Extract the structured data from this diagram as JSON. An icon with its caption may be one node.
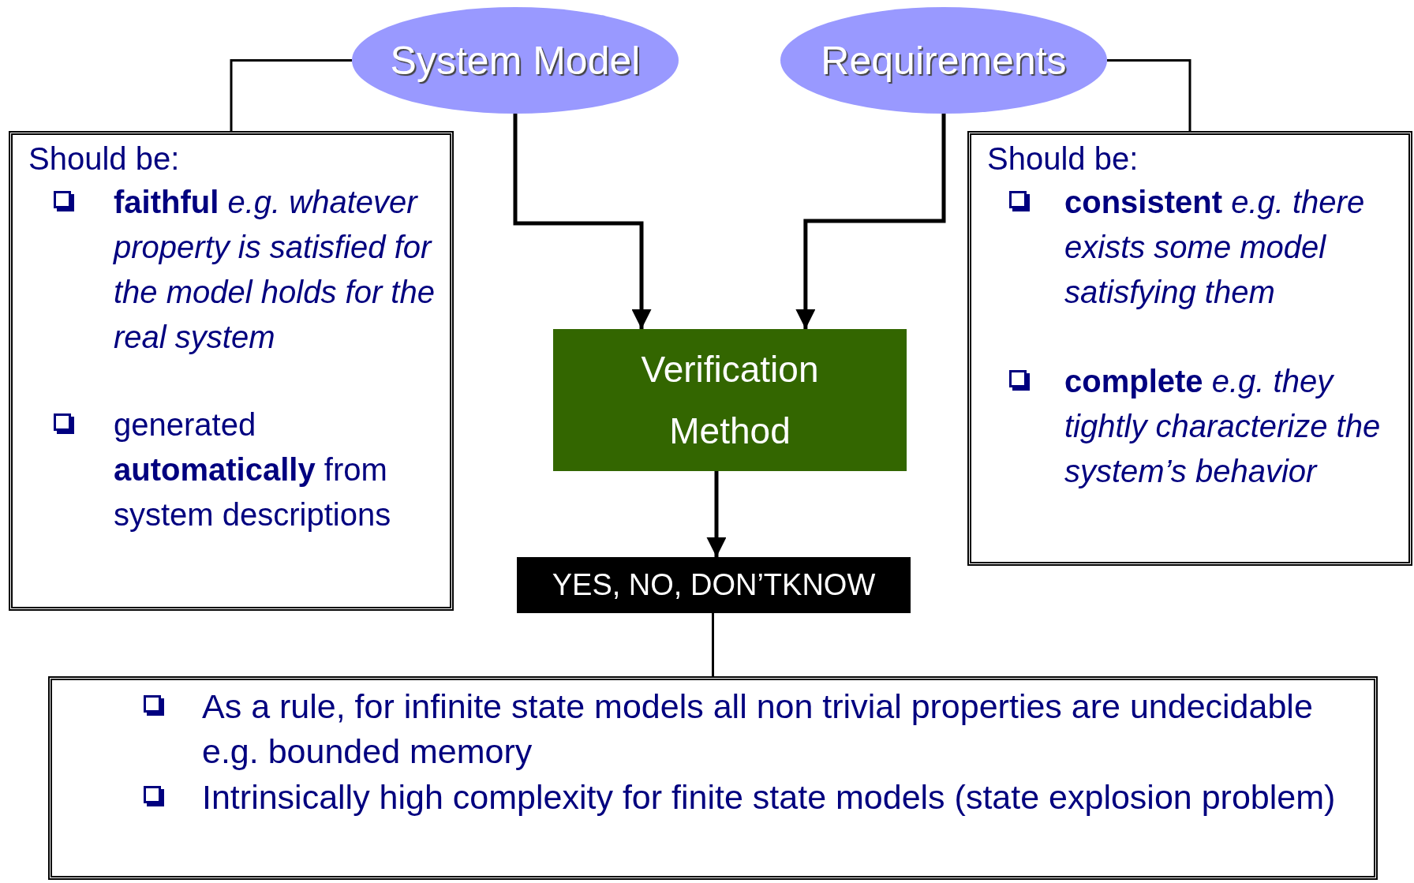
{
  "diagram": {
    "nodes": [
      {
        "text": [
          "System Model"
        ]
      },
      {
        "text": [
          "Requirements"
        ]
      },
      {
        "text": [
          "Should be:",
          "**faithful** *e.g. whatever property is satisfied for the model holds for the real system*",
          "generated **automatically** from system descriptions"
        ]
      },
      {
        "text": [
          "Verification Method"
        ]
      },
      {
        "text": [
          "YES, NO, DON’TKNOW"
        ]
      },
      {
        "text": [
          "Should be:",
          "**consistent** *e.g. there exists some model satisfying them*",
          "**complete** *e.g. they tightly characterize the system’s behavior*"
        ]
      },
      {
        "text": [
          "As a rule, for infinite state models all non trivial properties are undecidable e.g. bounded memory",
          "Intrinsically high complexity for finite state models (state explosion problem)"
        ]
      }
    ],
    "edges": [
      {
        "from": 0,
        "to": 2,
        "arrow": "none"
      },
      {
        "from": 1,
        "to": 5,
        "arrow": "none"
      },
      {
        "from": 0,
        "to": 3,
        "arrow": "to"
      },
      {
        "from": 1,
        "to": 3,
        "arrow": "to"
      },
      {
        "from": 3,
        "to": 4,
        "arrow": "to"
      },
      {
        "from": 4,
        "to": 6,
        "arrow": "none"
      }
    ]
  }
}
